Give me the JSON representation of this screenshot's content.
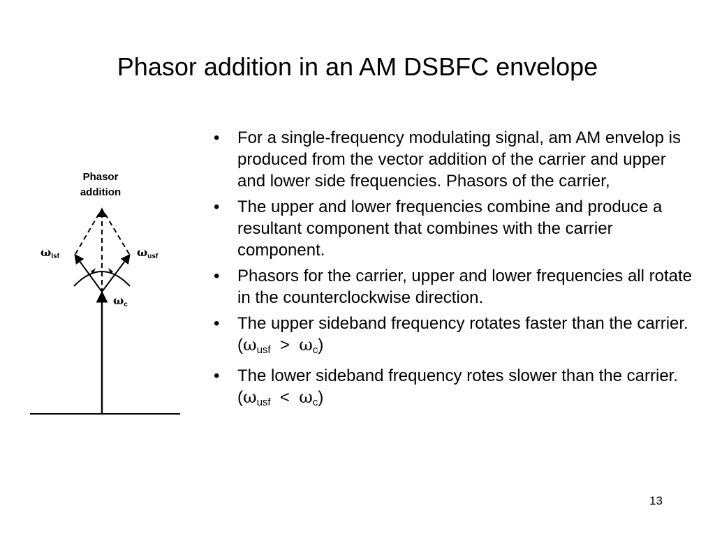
{
  "slide": {
    "title": "Phasor addition in an AM DSBFC envelope",
    "page_number": "13"
  },
  "diagram": {
    "title_line1": "Phasor",
    "title_line2": "addition",
    "label_lsf_omega": "ω",
    "label_lsf_sub": "lsf",
    "label_usf_omega": "ω",
    "label_usf_sub": "usf",
    "label_c_omega": "ω",
    "label_c_sub": "c"
  },
  "bullets": [
    {
      "text": "For a single-frequency modulating signal, am AM envelop is produced from the vector addition of the carrier and upper and lower side frequencies. Phasors of the carrier,"
    },
    {
      "text": "The upper and lower frequencies combine and produce a resultant component that combines with the carrier component."
    },
    {
      "text": "Phasors for the carrier, upper and lower frequencies all rotate in the counterclockwise direction."
    },
    {
      "text": "The upper sideband frequency rotates faster than the carrier.  (",
      "omega1": "ω",
      "sub1": "usf",
      "op": "  >  ",
      "omega2": "ω",
      "sub2": "c",
      "close": ")"
    },
    {
      "text": "The lower sideband frequency rotes slower than the carrier. (",
      "omega1": "ω",
      "sub1": "usf",
      "op": "  <  ",
      "omega2": "ω",
      "sub2": "c",
      "close": ")"
    }
  ],
  "bullet_symbol": "•"
}
